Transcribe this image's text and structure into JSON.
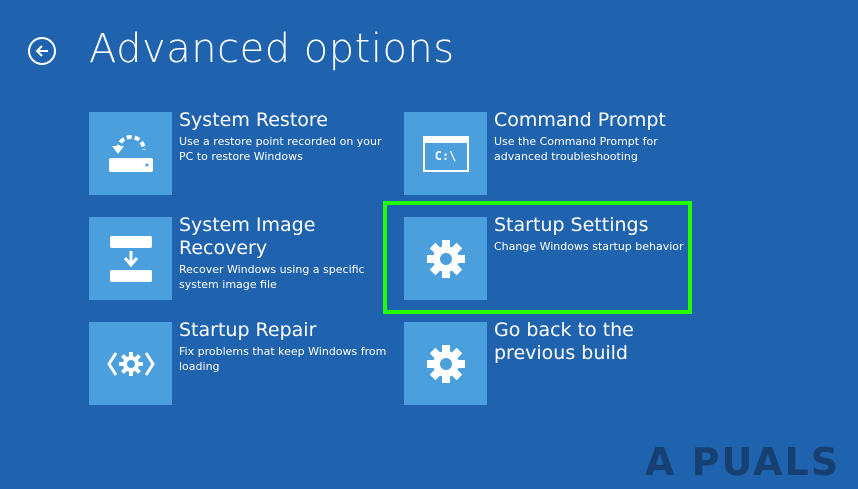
{
  "header": {
    "title": "Advanced options"
  },
  "options": [
    {
      "title": "System Restore",
      "desc": "Use a restore point recorded on your PC to restore Windows"
    },
    {
      "title": "Command Prompt",
      "desc": "Use the Command Prompt for advanced troubleshooting"
    },
    {
      "title": "System Image Recovery",
      "desc": "Recover Windows using a specific system image file"
    },
    {
      "title": "Startup Settings",
      "desc": "Change Windows startup behavior"
    },
    {
      "title": "Startup Repair",
      "desc": "Fix problems that keep Windows from loading"
    },
    {
      "title": "Go back to the previous build",
      "desc": ""
    }
  ],
  "cmd_icon_text": "C:\\",
  "watermark": "A PUALS",
  "colors": {
    "background": "#1f62ae",
    "tile": "#4a9fdc",
    "highlight": "#22ff00"
  }
}
